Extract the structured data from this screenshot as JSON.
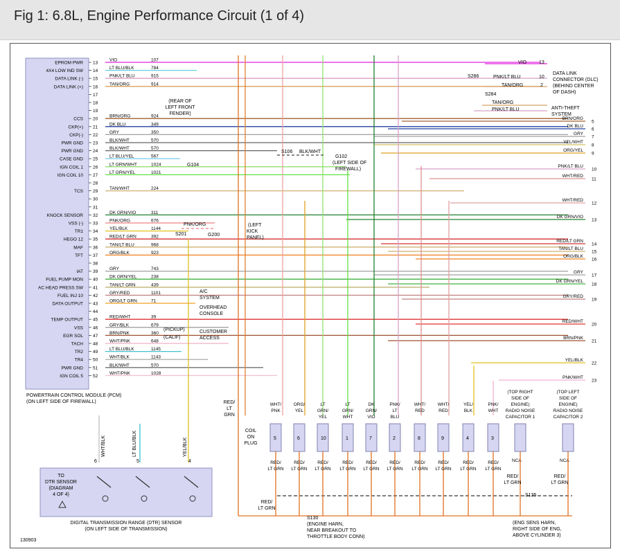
{
  "title": "Fig 1: 6.8L, Engine Performance Circuit (1 of 4)",
  "pcm": {
    "caption1": "POWERTRAIN CONTROL MODULE (PCM)",
    "caption2": "(ON LEFT SIDE OF FIREWALL)"
  },
  "rows": [
    {
      "pin": "13",
      "label": "EPROM PWR",
      "color": "VIO",
      "circuit": "107"
    },
    {
      "pin": "14",
      "label": "4X4 LOW IND SW",
      "color": "LT BLU/BLK",
      "circuit": "784"
    },
    {
      "pin": "15",
      "label": "DATA LINK (-)",
      "color": "PNK/LT BLU",
      "circuit": "915"
    },
    {
      "pin": "16",
      "label": "DATA LINK (+)",
      "color": "TAN/ORG",
      "circuit": "914"
    },
    {
      "pin": "17",
      "label": "",
      "color": "",
      "circuit": ""
    },
    {
      "pin": "18",
      "label": "",
      "color": "",
      "circuit": ""
    },
    {
      "pin": "19",
      "label": "",
      "color": "",
      "circuit": ""
    },
    {
      "pin": "20",
      "label": "CCS",
      "color": "BRN/ORG",
      "circuit": "924"
    },
    {
      "pin": "21",
      "label": "CKP(+)",
      "color": "DK BLU",
      "circuit": "349"
    },
    {
      "pin": "22",
      "label": "CKP(-)",
      "color": "GRY",
      "circuit": "350"
    },
    {
      "pin": "23",
      "label": "PWR GND",
      "color": "BLK/WHT",
      "circuit": "570"
    },
    {
      "pin": "24",
      "label": "PWR GND",
      "color": "BLK/WHT",
      "circuit": "570"
    },
    {
      "pin": "25",
      "label": "CASE GND",
      "color": "LT BLU/YEL",
      "circuit": "567"
    },
    {
      "pin": "26",
      "label": "IGN COIL 1",
      "color": "LT GRN/WHT",
      "circuit": "1024"
    },
    {
      "pin": "27",
      "label": "IGN COIL 10",
      "color": "LT GRN/YEL",
      "circuit": "1021"
    },
    {
      "pin": "28",
      "label": "",
      "color": "",
      "circuit": ""
    },
    {
      "pin": "29",
      "label": "TCS",
      "color": "TAN/WHT",
      "circuit": "224"
    },
    {
      "pin": "30",
      "label": "",
      "color": "",
      "circuit": ""
    },
    {
      "pin": "31",
      "label": "",
      "color": "",
      "circuit": ""
    },
    {
      "pin": "32",
      "label": "KNOCK SENSOR",
      "color": "DK GRN/VIO",
      "circuit": "311"
    },
    {
      "pin": "33",
      "label": "VSS (-)",
      "color": "PNK/ORG",
      "circuit": "676"
    },
    {
      "pin": "34",
      "label": "TR1",
      "color": "YEL/BLK",
      "circuit": "1144"
    },
    {
      "pin": "35",
      "label": "HEGO 12",
      "color": "RED/LT GRN",
      "circuit": "392"
    },
    {
      "pin": "36",
      "label": "MAF",
      "color": "TAN/LT BLU",
      "circuit": "968"
    },
    {
      "pin": "37",
      "label": "TFT",
      "color": "ORG/BLK",
      "circuit": "923"
    },
    {
      "pin": "38",
      "label": "",
      "color": "",
      "circuit": ""
    },
    {
      "pin": "39",
      "label": "IAT",
      "color": "GRY",
      "circuit": "743"
    },
    {
      "pin": "40",
      "label": "FUEL PUMP MON",
      "color": "DK GRN/YEL",
      "circuit": "238"
    },
    {
      "pin": "41",
      "label": "AC HEAD PRESS SW",
      "color": "TAN/LT GRN",
      "circuit": "439"
    },
    {
      "pin": "42",
      "label": "FUEL INJ 10",
      "color": "GRY/RED",
      "circuit": "1101"
    },
    {
      "pin": "43",
      "label": "DATA OUTPUT",
      "color": "ORG/LT GRN",
      "circuit": "71"
    },
    {
      "pin": "44",
      "label": "",
      "color": "",
      "circuit": ""
    },
    {
      "pin": "45",
      "label": "TEMP OUTPUT",
      "color": "RED/WHT",
      "circuit": "39"
    },
    {
      "pin": "46",
      "label": "VSS",
      "color": "GRY/BLK",
      "circuit": "679"
    },
    {
      "pin": "47",
      "label": "EGR SOL",
      "color": "BRN/PNK",
      "circuit": "360"
    },
    {
      "pin": "48",
      "label": "TACH",
      "color": "WHT/PNK",
      "circuit": "648"
    },
    {
      "pin": "49",
      "label": "TR2",
      "color": "LT BLU/BLK",
      "circuit": "1145"
    },
    {
      "pin": "50",
      "label": "TR4",
      "color": "WHT/BLK",
      "circuit": "1143"
    },
    {
      "pin": "51",
      "label": "PWR GND",
      "color": "BLK/WHT",
      "circuit": "570"
    },
    {
      "pin": "52",
      "label": "IGN COIL 5",
      "color": "WHT/PNK",
      "circuit": "1028"
    }
  ],
  "notes": {
    "pickup": "(PICKUP)",
    "calif": "(CALIF)",
    "customer1": "CUSTOMER",
    "customer2": "ACCESS",
    "ac1": "A/C",
    "ac2": "SYSTEM",
    "oh1": "OVERHEAD",
    "oh2": "CONSOLE",
    "rear1": "(REAR OF",
    "rear2": "LEFT FRONT",
    "rear3": "FENDER)",
    "g104": "G104",
    "s106": "S106",
    "blkwht": "BLK/WHT",
    "g102a": "G102",
    "g102b": "(LEFT SIDE OF",
    "g102c": "FIREWALL)",
    "pnkorg": "PNK/ORG",
    "s201": "S201",
    "g200": "G200",
    "kick1": "(LEFT",
    "kick2": "KICK",
    "kick3": "PANEL)"
  },
  "dlc": {
    "vio": "VIO",
    "n13": "13",
    "s286": "S286",
    "pnkltblu": "PNK/LT BLU",
    "n10": "10",
    "tanorg": "TAN/ORG",
    "n2": "2",
    "s284": "S284",
    "t1": "DATA LINK",
    "t2": "CONNECTOR (DLC)",
    "t3": "(BEHIND CENTER",
    "t4": "OF DASH)",
    "tanorg2": "TAN/ORG",
    "pnkltblu2": "PNK/LT BLU",
    "at1": "ANTI-THEFT",
    "at2": "SYSTEM"
  },
  "right": [
    {
      "n": "5",
      "c": "BRN/ORG"
    },
    {
      "n": "6",
      "c": "DK BLU"
    },
    {
      "n": "7",
      "c": "GRY"
    },
    {
      "n": "8",
      "c": "YEL/WHT"
    },
    {
      "n": "9",
      "c": "ORG/YEL"
    },
    {
      "n": "10",
      "c": "PNK/LT BLU"
    },
    {
      "n": "11",
      "c": "WHT/RED"
    },
    {
      "n": "12",
      "c": "WHT/RED"
    },
    {
      "n": "13",
      "c": "DK GRN/VIO"
    },
    {
      "n": "14",
      "c": "RED/LT GRN"
    },
    {
      "n": "15",
      "c": "TAN/LT BLU"
    },
    {
      "n": "16",
      "c": "ORG/BLK"
    },
    {
      "n": "17",
      "c": "GRY"
    },
    {
      "n": "18",
      "c": "DK GRN/YEL"
    },
    {
      "n": "19",
      "c": "GRY/RED"
    },
    {
      "n": "20",
      "c": "RED/WHT"
    },
    {
      "n": "21",
      "c": "BRN/PNK"
    },
    {
      "n": "22",
      "c": "YEL/BLK"
    },
    {
      "n": "23",
      "c": "PNK/WHT"
    }
  ],
  "coils": {
    "label1": "COIL",
    "label2": "ON",
    "label3": "PLUG",
    "tops": [
      [
        "WHT/",
        "PNK"
      ],
      [
        "ORG/",
        "YEL"
      ],
      [
        "LT",
        "GRN/",
        "YEL"
      ],
      [
        "LT",
        "GRN/",
        "WHT"
      ],
      [
        "DK",
        "GRN/",
        "VIO"
      ],
      [
        "PNK/",
        "LT",
        "BLU"
      ],
      [
        "WHT/",
        "RED"
      ],
      [
        "WHT/",
        "RED"
      ],
      [
        "YEL/",
        "BLK"
      ],
      [
        "PNK/",
        "WHT"
      ]
    ],
    "nums": [
      "5",
      "6",
      "10",
      "1",
      "7",
      "2",
      "8",
      "9",
      "4",
      "3"
    ],
    "bottom1": "RED/",
    "bottom2": "LT GRN",
    "redltgrn1": "RED/",
    "redltgrn2": "LT",
    "redltgrn3": "GRN"
  },
  "caps": {
    "c1": [
      "(TOP RIGHT",
      "SIDE OF",
      "ENGINE)",
      "RADIO NOISE",
      "CAPACITOR 1"
    ],
    "c2": [
      "(TOP LEFT",
      "SIDE OF",
      "ENGINE)",
      "RADIO NOISE",
      "CAPACITOR 2"
    ],
    "nca": "NCA",
    "red": "RED/",
    "ltgrn": "LT GRN",
    "s135": "S135",
    "eng": [
      "(ENG SENS HARN,",
      "RIGHT SIDE OF ENG,",
      "ABOVE CYLINDER 3)"
    ]
  },
  "splice": {
    "s130": "S130",
    "l1": "(ENGINE HARN,",
    "l2": "NEAR BREAKOUT TO",
    "l3": "THROTTLE BODY CONN)",
    "red": "RED/",
    "ltgrn": "LT GRN"
  },
  "dtr": {
    "w1": "WHT/BLK",
    "w2": "LT BLU/BLK",
    "w3": "YEL/BLK",
    "p6": "6",
    "p5": "5",
    "p4": "4",
    "to1": "TO",
    "to2": "DTR SENSOR",
    "to3": "(DIAGRAM",
    "to4": "4 OF 4)",
    "cap1": "DIGITAL TRANSMISSION RANGE (DTR) SENSOR",
    "cap2": "(ON LEFT SIDE OF TRANSMISSION)"
  },
  "code": "130903"
}
